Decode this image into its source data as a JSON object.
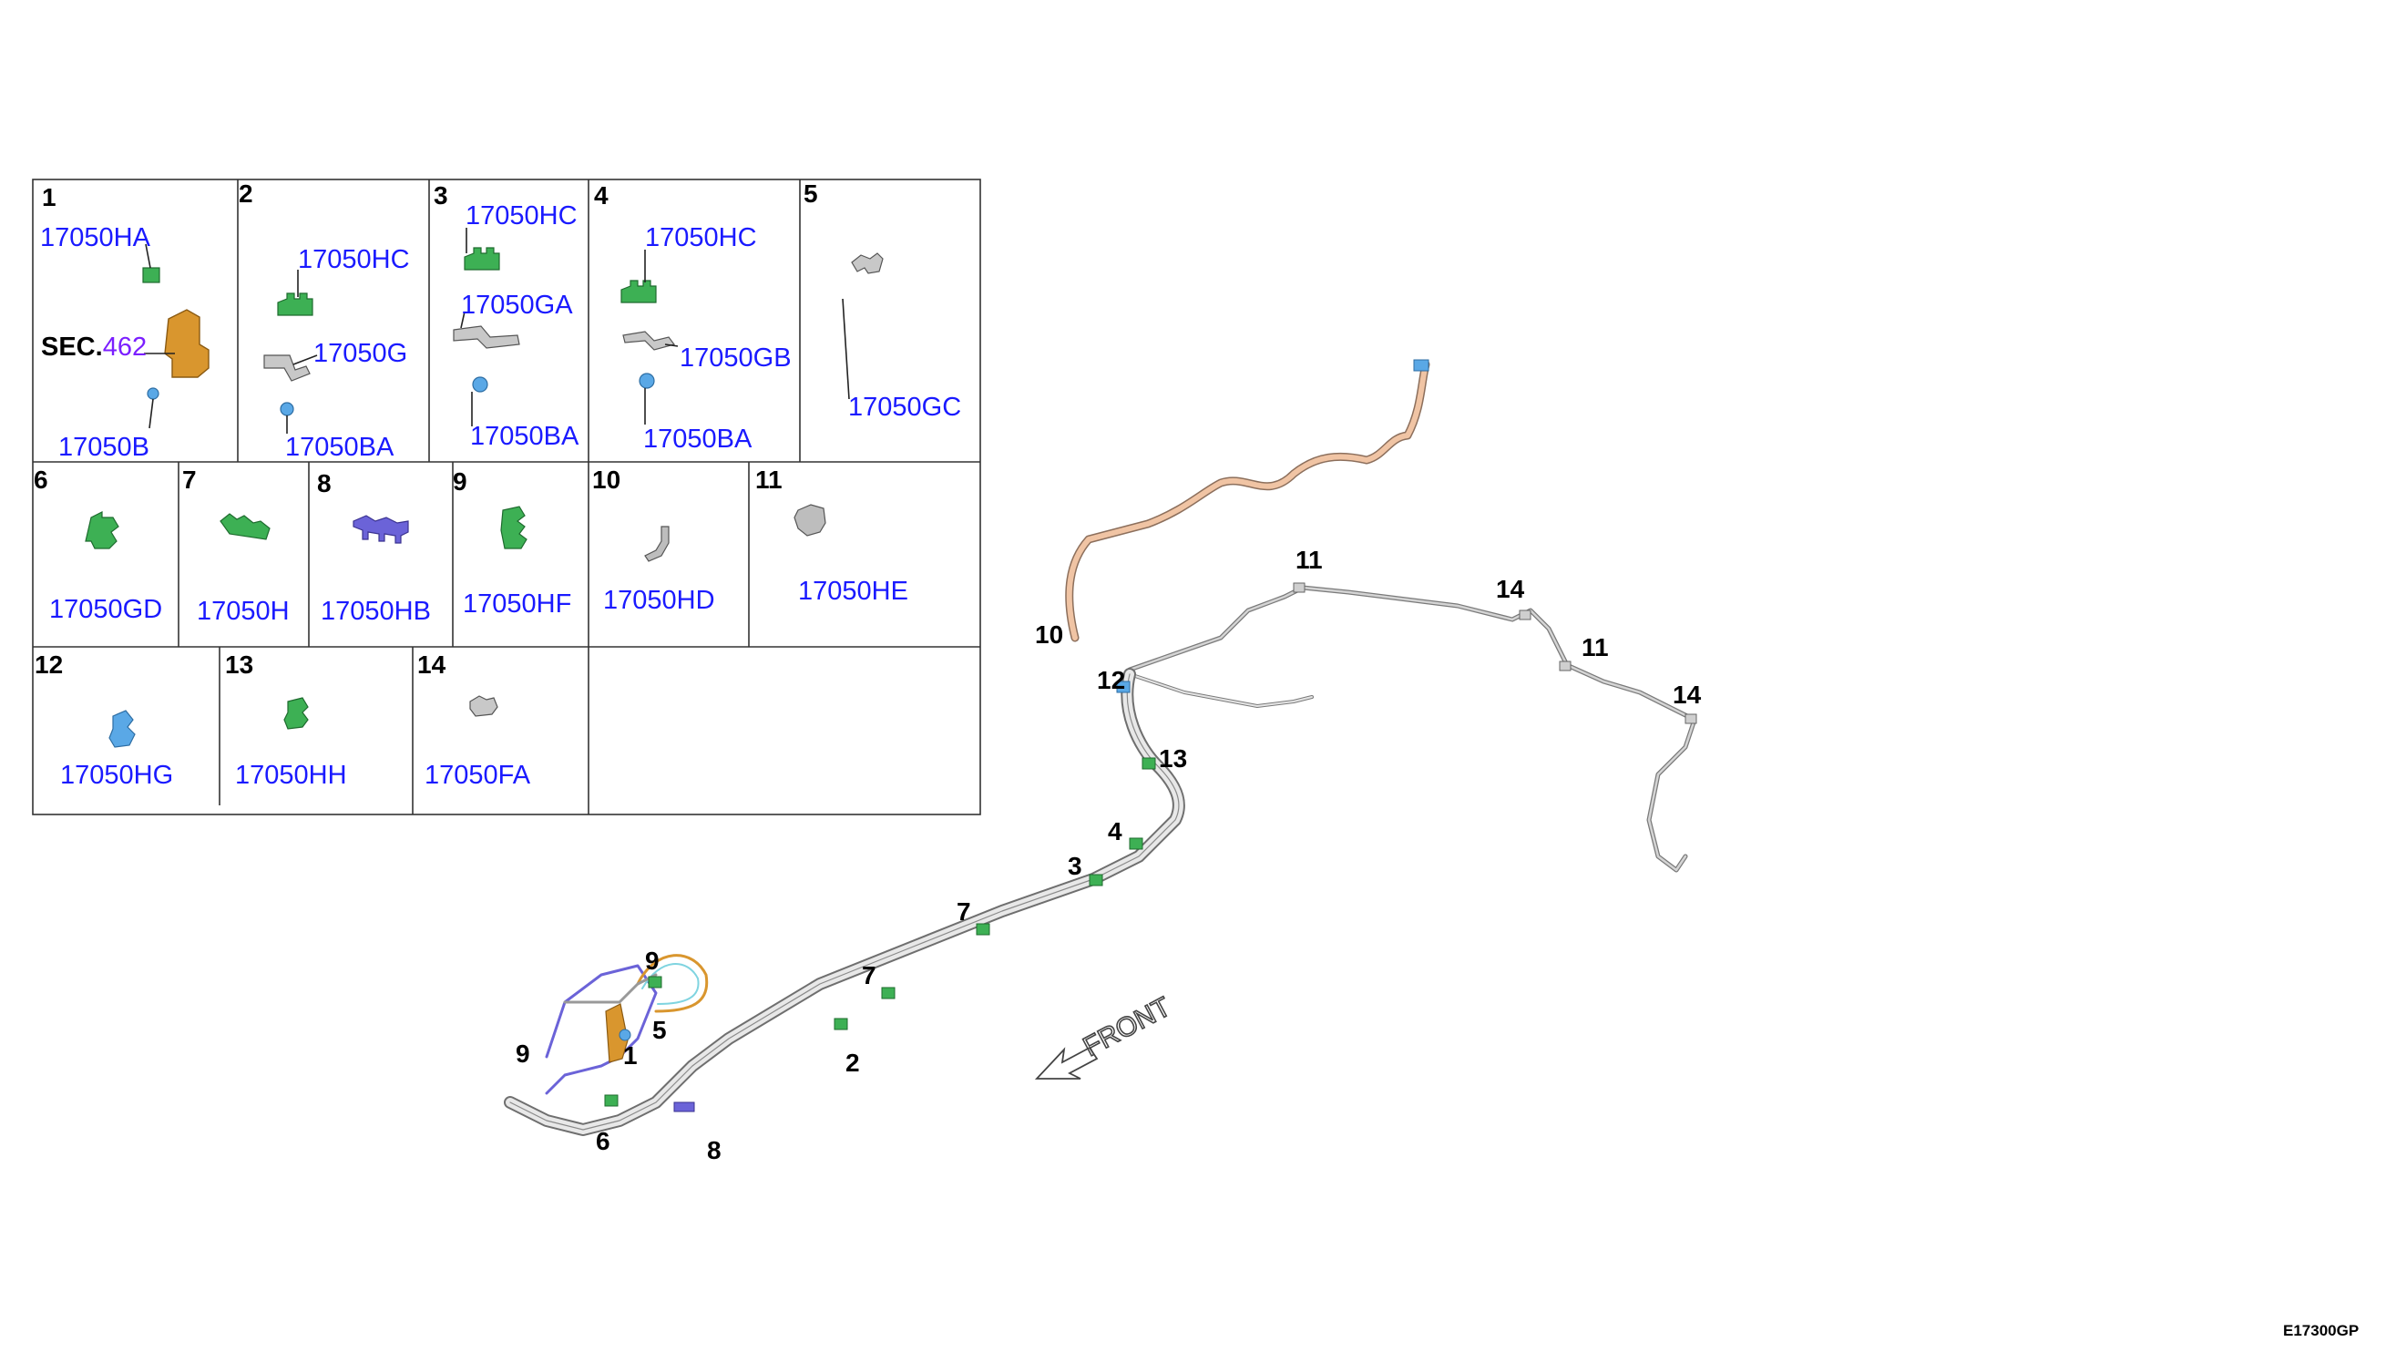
{
  "diagram_code": "E17300GP",
  "section_ref": {
    "prefix": "SEC.",
    "number": "462"
  },
  "front_label": "FRONT",
  "colors": {
    "part_label": "#1a1aff",
    "clip_green": "#3db054",
    "clip_blue": "#5aa8e6",
    "clip_purple": "#6b63d8",
    "bracket_orange": "#d9962e",
    "pipe_grey": "#9a9a9a",
    "pipe_copper": "#d8a07a"
  },
  "cells": [
    {
      "num": "1",
      "parts": [
        "17050HA",
        "17050B"
      ]
    },
    {
      "num": "2",
      "parts": [
        "17050HC",
        "17050G",
        "17050BA"
      ]
    },
    {
      "num": "3",
      "parts": [
        "17050HC",
        "17050GA",
        "17050BA"
      ]
    },
    {
      "num": "4",
      "parts": [
        "17050HC",
        "17050GB",
        "17050BA"
      ]
    },
    {
      "num": "5",
      "parts": [
        "17050GC"
      ]
    },
    {
      "num": "6",
      "parts": [
        "17050GD"
      ]
    },
    {
      "num": "7",
      "parts": [
        "17050H"
      ]
    },
    {
      "num": "8",
      "parts": [
        "17050HB"
      ]
    },
    {
      "num": "9",
      "parts": [
        "17050HF"
      ]
    },
    {
      "num": "10",
      "parts": [
        "17050HD"
      ]
    },
    {
      "num": "11",
      "parts": [
        "17050HE"
      ]
    },
    {
      "num": "12",
      "parts": [
        "17050HG"
      ]
    },
    {
      "num": "13",
      "parts": [
        "17050HH"
      ]
    },
    {
      "num": "14",
      "parts": [
        "17050FA"
      ]
    }
  ],
  "callouts": [
    "11",
    "14",
    "11",
    "14",
    "10",
    "12",
    "13",
    "4",
    "3",
    "7",
    "7",
    "9",
    "5",
    "9",
    "1",
    "2",
    "6",
    "8"
  ]
}
